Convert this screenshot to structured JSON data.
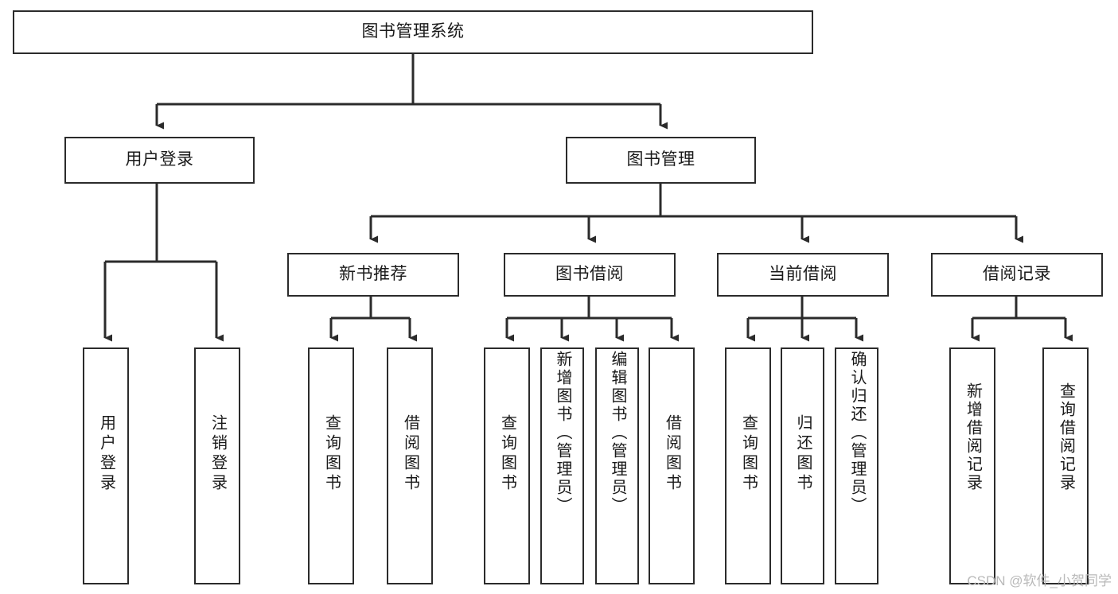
{
  "diagram": {
    "title": "图书管理系统",
    "type": "tree-hierarchy-chart",
    "orientation": "top-down",
    "colors": {
      "node_border": "#2b2b2b",
      "node_fill": "#ffffff",
      "edge": "#2b2b2b",
      "text": "#1a1a1a",
      "background": "#ffffff",
      "watermark": "#b9b9b9"
    },
    "root": {
      "label": "图书管理系统"
    },
    "level2": [
      {
        "label": "用户登录"
      },
      {
        "label": "图书管理"
      }
    ],
    "level3": [
      {
        "label": "新书推荐"
      },
      {
        "label": "图书借阅"
      },
      {
        "label": "当前借阅"
      },
      {
        "label": "借阅记录"
      }
    ],
    "leaves": {
      "user_login": [
        {
          "label": "用户登录"
        },
        {
          "label": "注销登录"
        }
      ],
      "new_book_recommend": [
        {
          "label": "查询图书"
        },
        {
          "label": "借阅图书"
        }
      ],
      "book_borrow": [
        {
          "label": "查询图书"
        },
        {
          "label": "新增图书（管理员）"
        },
        {
          "label": "编辑图书（管理员）"
        },
        {
          "label": "借阅图书"
        }
      ],
      "current_borrow": [
        {
          "label": "查询图书"
        },
        {
          "label": "归还图书"
        },
        {
          "label": "确认归还（管理员）"
        }
      ],
      "borrow_record": [
        {
          "label": "新增借阅记录"
        },
        {
          "label": "查询借阅记录"
        }
      ]
    }
  },
  "watermark": {
    "text": "CSDN @软件_小贺同学"
  }
}
